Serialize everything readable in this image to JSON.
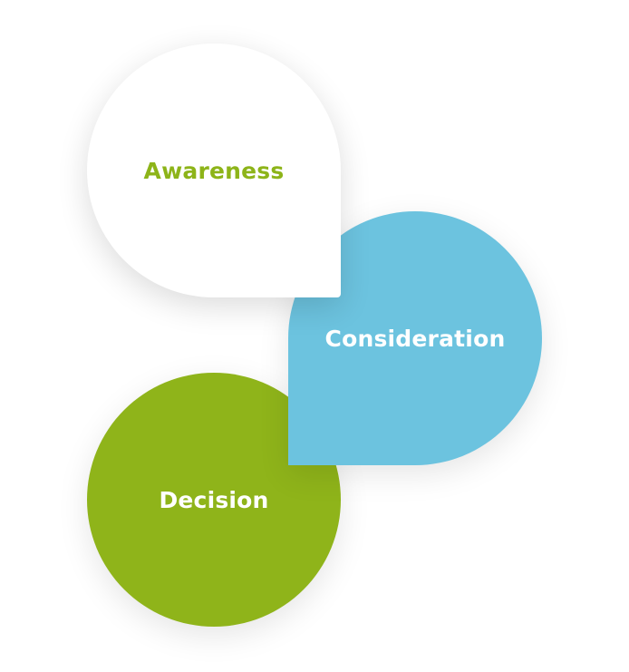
{
  "diagram": {
    "stages": [
      {
        "label": "Awareness",
        "fill": "#ffffff",
        "text_color": "#8db419"
      },
      {
        "label": "Consideration",
        "fill": "#6cc3df",
        "text_color": "#ffffff"
      },
      {
        "label": "Decision",
        "fill": "#8fb41a",
        "text_color": "#ffffff"
      }
    ]
  }
}
